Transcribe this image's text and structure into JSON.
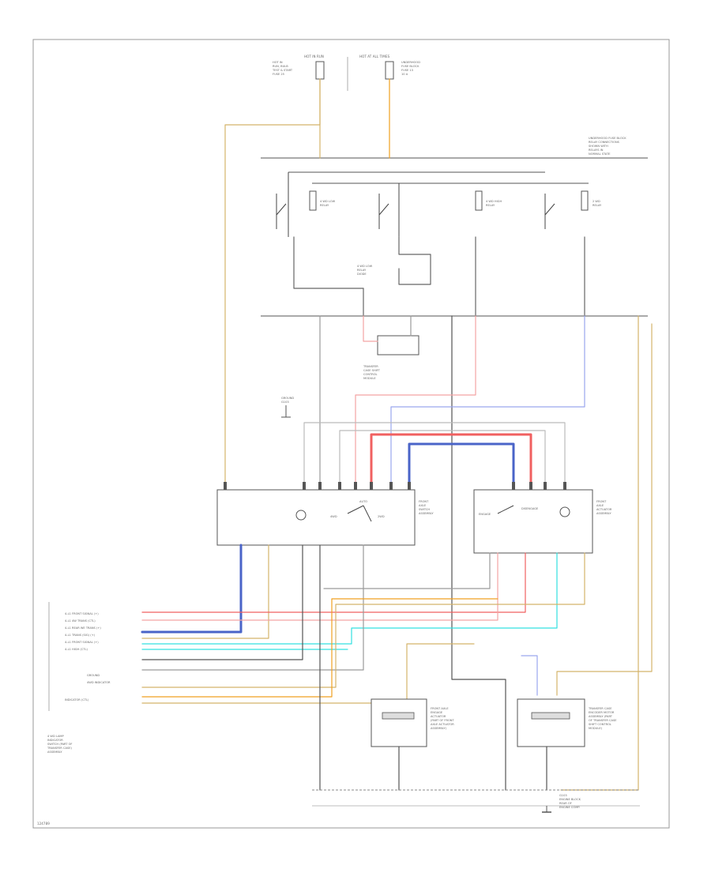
{
  "diagram": {
    "code": "124789",
    "top_fuses": [
      {
        "id": "hot_run",
        "label": "HOT IN RUN",
        "lines": [
          "HOT IN",
          "RUN, BULB",
          "TEST & START",
          "FUSE 25"
        ]
      },
      {
        "id": "hot_all",
        "label": "HOT AT ALL TIMES",
        "lines": [
          "UNDERHOOD",
          "FUSE BLOCK",
          "FUSE 13",
          "10 A"
        ]
      }
    ],
    "fuse_block_note": [
      "UNDERHOOD FUSE BLOCK",
      "RELAY CONNECTIONS",
      "SHOWN WITH",
      "RELAYS IN",
      "NORMAL STATE"
    ],
    "relay_labels": [
      [
        "4 WD LOW",
        "RELAY"
      ],
      [
        "4 WD HIGH",
        "RELAY"
      ],
      [
        "2 WD",
        "RELAY"
      ]
    ],
    "diode_label": [
      "4 WD LOW",
      "RELAY",
      "DIODE"
    ],
    "center_component": [
      "TRANSFER",
      "CASE SHIFT",
      "CONTROL",
      "MODULE"
    ],
    "ground_top_label": [
      "GROUND",
      "G103"
    ],
    "left_module": {
      "title": [
        "FRONT",
        "AXLE",
        "SWITCH",
        "ASSEMBLY"
      ],
      "switch_labels": [
        "4WD",
        "AUTO",
        "2WD"
      ]
    },
    "right_module": {
      "title": [
        "FRONT",
        "AXLE",
        "ACTUATOR",
        "ASSEMBLY"
      ],
      "switch_labels": [
        "ENGAGE",
        "DISENGAGE"
      ]
    },
    "left_labels": [
      "4-L1 FRONT SIGNAL (+)",
      "4-L1 4W TRANS (CTL)",
      "4-L1 REAR WE TRANS (+)",
      "4-L1 TRANS (SIG) (+)",
      "4-L1 FRONT SIGNAL (+)",
      "4-L1 HIGH (CTL)",
      "GROUND",
      "4WD INDICATOR",
      "INDICATOR (CTL)"
    ],
    "left_bottom_note": [
      "4 WD LAMP",
      "INDICATOR",
      "SWITCH (PART OF",
      "TRANSFER CASE)",
      "ASSEMBLY"
    ],
    "bottom_components": [
      [
        "FRONT AXLE",
        "ENGAGE",
        "ACTUATOR",
        "(PART OF FRONT",
        "AXLE ACTUATOR",
        "ASSEMBLY)"
      ],
      [
        "TRANSFER CASE",
        "ENCODER MOTOR",
        "ASSEMBLY (PART",
        "OF TRANSFER CASE",
        "SHIFT CONTROL",
        "MODULE)"
      ]
    ],
    "ground_bottom_label": [
      "G103",
      "ENGINE BLOCK",
      "REAR OF",
      "ENGINE COMP."
    ],
    "colors": {
      "tan": "#d4b36a",
      "orange": "#f0a020",
      "red": "#f06060",
      "pink": "#f4a3a3",
      "blue": "#4a64c8",
      "light_blue": "#9aa6ee",
      "cyan": "#33e0e0",
      "gray": "#9a9a9a",
      "black": "#555555"
    }
  }
}
